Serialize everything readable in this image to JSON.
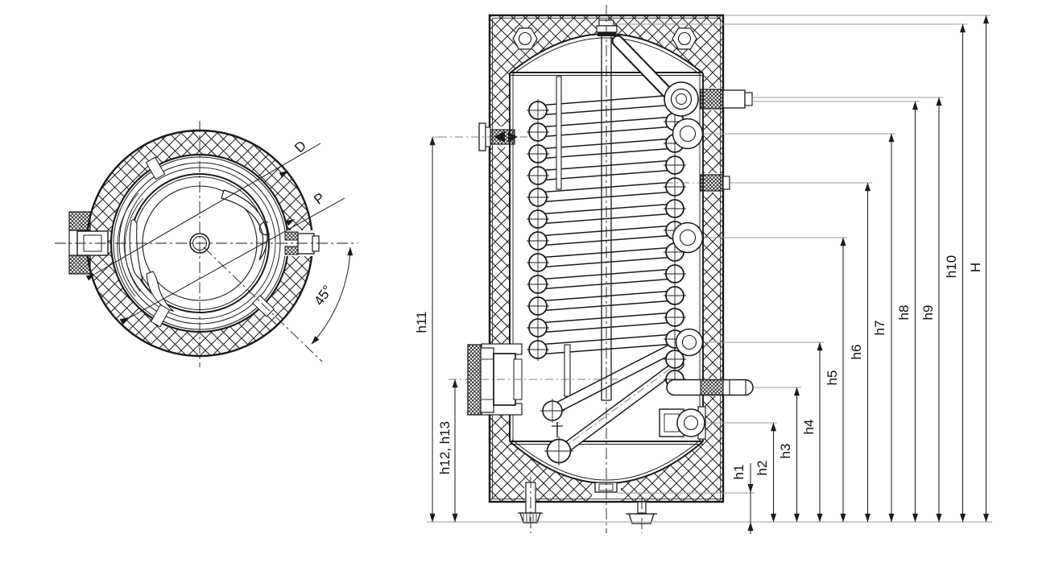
{
  "top_view": {
    "labels": {
      "diameter": "D",
      "pipe": "P",
      "angle": "45°"
    }
  },
  "dimensions": {
    "left": [
      {
        "id": "h11",
        "label": "h11"
      },
      {
        "id": "h12-h13",
        "label": "h12, h13"
      }
    ],
    "right": [
      {
        "id": "h1",
        "label": "h1"
      },
      {
        "id": "h2",
        "label": "h2"
      },
      {
        "id": "h3",
        "label": "h3"
      },
      {
        "id": "h4",
        "label": "h4"
      },
      {
        "id": "h5",
        "label": "h5"
      },
      {
        "id": "h6",
        "label": "h6"
      },
      {
        "id": "h7",
        "label": "h7"
      },
      {
        "id": "h8",
        "label": "h8"
      },
      {
        "id": "h9",
        "label": "h9"
      },
      {
        "id": "h10",
        "label": "h10"
      },
      {
        "id": "H",
        "label": "H"
      }
    ]
  }
}
